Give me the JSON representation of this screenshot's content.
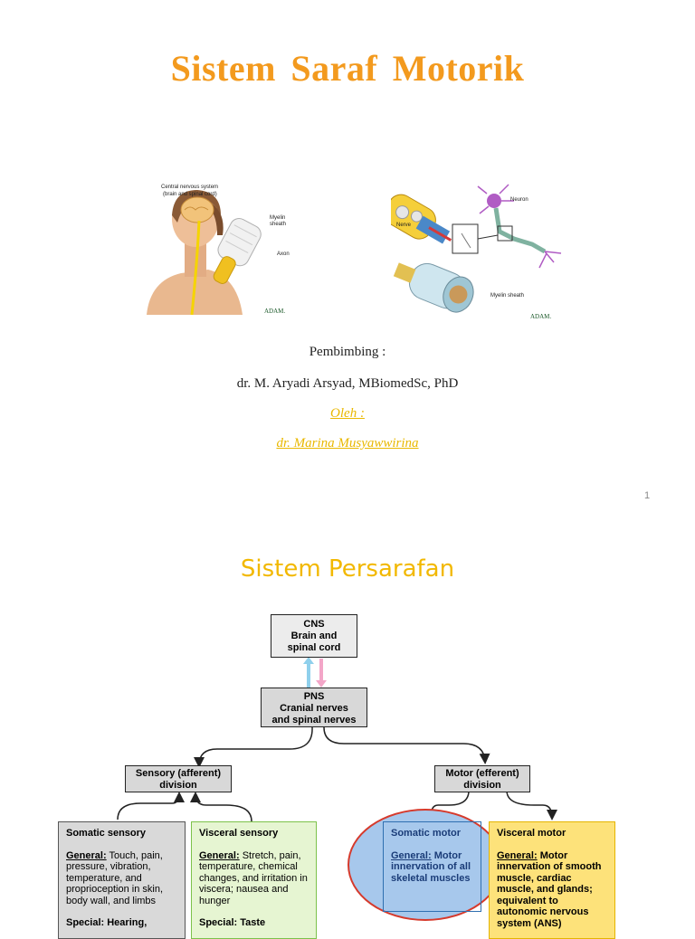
{
  "slide1": {
    "title": "Sistem  Saraf  Motorik",
    "image_left": {
      "label_cns": "Central nervous system",
      "label_cns2": "(brain and spinal cord)",
      "label_myelin": "Myelin",
      "label_myelin2": "sheath",
      "label_axon": "Axon",
      "logo": "ADAM."
    },
    "image_right": {
      "label_neuron": "Neuron",
      "label_nerve": "Nerve",
      "label_myelin_sheath": "Myelin sheath",
      "logo": "ADAM."
    },
    "pembimbing_label": "Pembimbing :",
    "pembimbing_name": "dr. M. Aryadi Arsyad, MBiomedSc, PhD",
    "oleh_label": "Oleh :",
    "oleh_name": "dr. Marina Musyawwirina",
    "page_number": "1"
  },
  "slide2": {
    "title": "Sistem Persarafan",
    "cns": {
      "line1": "CNS",
      "line2": "Brain and",
      "line3": "spinal cord"
    },
    "pns": {
      "line1": "PNS",
      "line2": "Cranial nerves",
      "line3": "and spinal nerves"
    },
    "sensory": {
      "line1": "Sensory (afferent)",
      "line2": "division"
    },
    "motor": {
      "line1": "Motor (efferent)",
      "line2": "division"
    },
    "somatic_sensory": {
      "heading": "Somatic sensory",
      "general_label": "General:",
      "general_text": " Touch, pain, pressure, vibration, temperature, and proprioception in skin, body wall, and limbs",
      "special_text": "Special: Hearing,"
    },
    "visceral_sensory": {
      "heading": "Visceral sensory",
      "general_label": "General:",
      "general_text": " Stretch, pain, temperature, chemical changes, and irritation in viscera; nausea and hunger",
      "special_text": "Special: Taste"
    },
    "somatic_motor": {
      "heading": "Somatic motor",
      "general_label": "General:",
      "general_text": " Motor innervation of all skeletal muscles"
    },
    "visceral_motor": {
      "heading": "Visceral motor",
      "general_label": "General:",
      "general_text": " Motor innervation of smooth muscle, cardiac muscle, and glands; equivalent to autonomic nervous system (ANS)"
    },
    "colors": {
      "somatic_sensory_bg": "#d9d9d9",
      "visceral_sensory_bg": "#e6f5d2",
      "somatic_motor_bg": "#a7c8ec",
      "visceral_motor_bg": "#fde27a",
      "highlight_circle": "#d63a2c"
    }
  }
}
